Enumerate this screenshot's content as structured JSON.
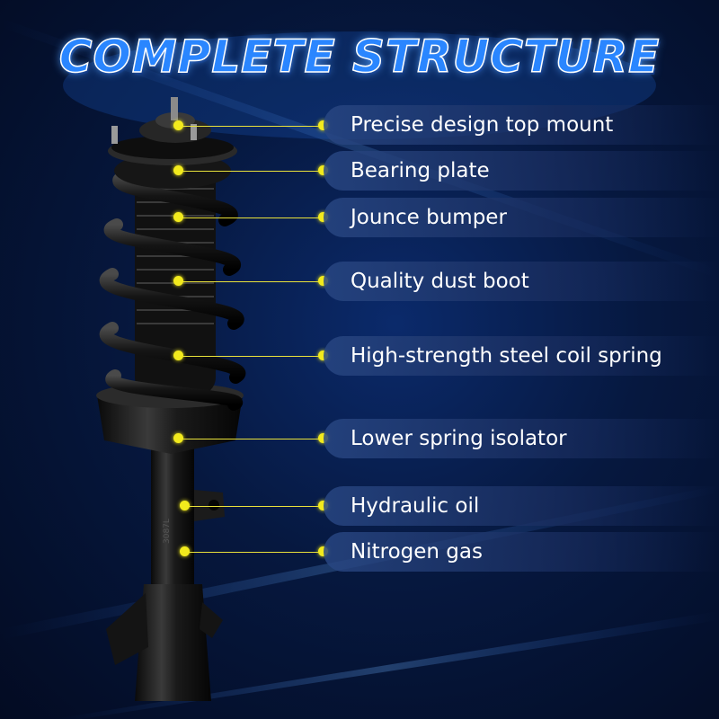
{
  "title": "COMPLETE STRUCTURE",
  "callouts": [
    {
      "label": "Precise design top mount"
    },
    {
      "label": "Bearing plate"
    },
    {
      "label": "Jounce bumper"
    },
    {
      "label": "Quality dust boot"
    },
    {
      "label": "High-strength steel coil spring"
    },
    {
      "label": "Lower spring isolator"
    },
    {
      "label": "Hydraulic oil"
    },
    {
      "label": "Nitrogen gas"
    }
  ],
  "part_marking": "3087L",
  "colors": {
    "background": "#06183f",
    "title_fill": "#2a86ff",
    "title_stroke": "#ffffff",
    "dot": "#f2ea1d",
    "leader_line": "#e9e23a",
    "label_text": "#ffffff"
  }
}
